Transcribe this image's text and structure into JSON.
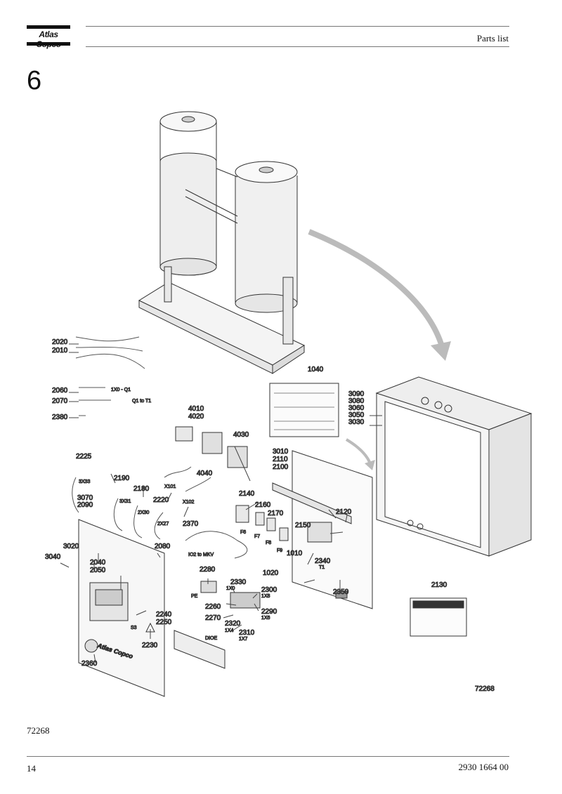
{
  "header": {
    "brand": "Atlas Copco",
    "title": "Parts list"
  },
  "section": "6",
  "figure": {
    "id": "72268",
    "callouts": {
      "c2020": "2020",
      "c2010": "2010",
      "c2060": "2060",
      "c2070": "2070",
      "c2380": "2380",
      "c1040": "1040",
      "c3090": "3090",
      "c3080": "3080",
      "c3060": "3060",
      "c3050": "3050",
      "c3030": "3030",
      "c4010": "4010",
      "c4020": "4020",
      "c4030": "4030",
      "c4040": "4040",
      "c3010": "3010",
      "c2110": "2110",
      "c2100": "2100",
      "c2225": "2225",
      "c2190": "2190",
      "c2180": "2180",
      "c2220": "2220",
      "c3070": "3070",
      "c2090": "2090",
      "c2140": "2140",
      "c2160": "2160",
      "c2170": "2170",
      "c2150": "2150",
      "c2120": "2120",
      "c2370": "2370",
      "c3020": "3020",
      "c3040": "3040",
      "c2080": "2080",
      "c2040": "2040",
      "c2050": "2050",
      "c1010": "1010",
      "c2340": "2340",
      "c1020": "1020",
      "c2280": "2280",
      "c2330": "2330",
      "c2300": "2300",
      "c2260": "2260",
      "c2290": "2290",
      "c2270": "2270",
      "c2320": "2320",
      "c2310": "2310",
      "c2350": "2350",
      "c2130": "2130",
      "c2240": "2240",
      "c2250": "2250",
      "c2230": "2230",
      "c2360": "2360"
    },
    "small_labels": {
      "l1x0q1": "1X0 - Q1",
      "lq1t1": "Q1 to T1",
      "l3x33": "3X33",
      "l3x31": "3X31",
      "l2x30": "2X30",
      "l2x27": "2X27",
      "lx101": "X101",
      "lx102": "X102",
      "lio2": "IO2 to MKV",
      "lf6": "F6",
      "lf7": "F7",
      "lf8": "F8",
      "lf9": "F9",
      "lt1": "T1",
      "lpe": "PE",
      "l1x0": "1X0",
      "l1x8": "1X8",
      "l1x6": "1X6",
      "l1x4": "1X4",
      "l1x7": "1X7",
      "ldioe": "DIOE",
      "ls3": "S3",
      "lpanelbrand": "Atlas Copco"
    }
  },
  "caption": "72268",
  "footer": {
    "page": "14",
    "doc_number": "2930 1664 00"
  }
}
